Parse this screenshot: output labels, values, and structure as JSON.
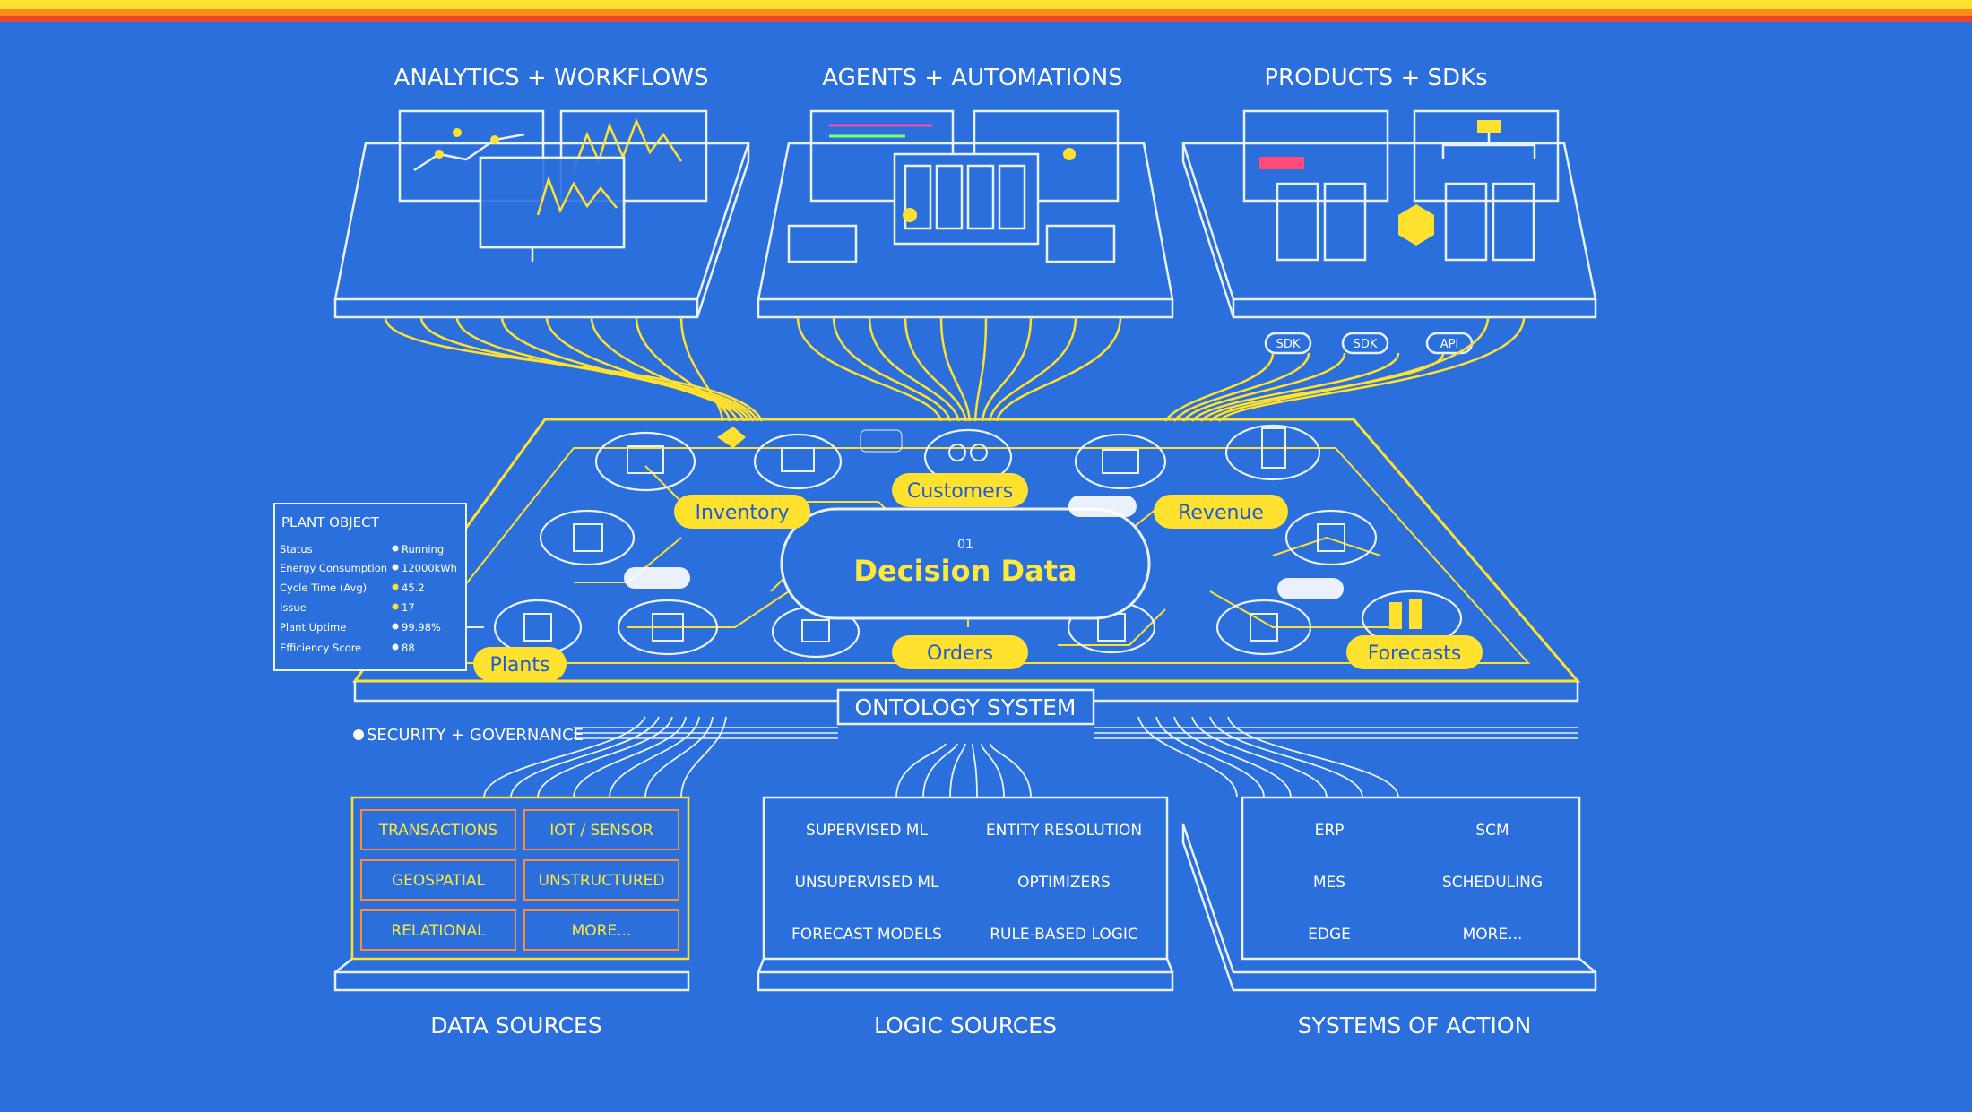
{
  "colors": {
    "background": "#2a6fdb",
    "accent_yellow": "#ffe12e",
    "line_white": "#eaf2ff",
    "pill_fill": "#ffe12e",
    "pill_text": "#1e5bd6"
  },
  "top_sections": {
    "analytics": "ANALYTICS + WORKFLOWS",
    "agents": "AGENTS + AUTOMATIONS",
    "products": "PRODUCTS + SDKs"
  },
  "sdk_tags": [
    "SDK",
    "SDK",
    "API"
  ],
  "ontology": {
    "center_number": "01",
    "center_title": "Decision Data",
    "label": "ONTOLOGY SYSTEM",
    "security": "SECURITY + GOVERNANCE",
    "nodes": {
      "customers": "Customers",
      "inventory": "Inventory",
      "revenue": "Revenue",
      "plants": "Plants",
      "orders": "Orders",
      "forecasts": "Forecasts"
    }
  },
  "plant_object": {
    "title": "PLANT OBJECT",
    "rows": [
      {
        "label": "Status",
        "value": "Running"
      },
      {
        "label": "Energy Consumption",
        "value": "12000kWh"
      },
      {
        "label": "Cycle Time (Avg)",
        "value": "45.2"
      },
      {
        "label": "Issue",
        "value": "17"
      },
      {
        "label": "Plant Uptime",
        "value": "99.98%"
      },
      {
        "label": "Efficiency Score",
        "value": "88"
      }
    ]
  },
  "data_sources": {
    "title": "DATA SOURCES",
    "items": [
      "TRANSACTIONS",
      "IOT / SENSOR",
      "GEOSPATIAL",
      "UNSTRUCTURED",
      "RELATIONAL",
      "MORE..."
    ]
  },
  "logic_sources": {
    "title": "LOGIC SOURCES",
    "items": [
      "SUPERVISED ML",
      "ENTITY RESOLUTION",
      "UNSUPERVISED ML",
      "OPTIMIZERS",
      "FORECAST MODELS",
      "RULE-BASED LOGIC"
    ]
  },
  "systems_of_action": {
    "title": "SYSTEMS OF ACTION",
    "items": [
      "ERP",
      "SCM",
      "MES",
      "SCHEDULING",
      "EDGE",
      "MORE..."
    ]
  }
}
